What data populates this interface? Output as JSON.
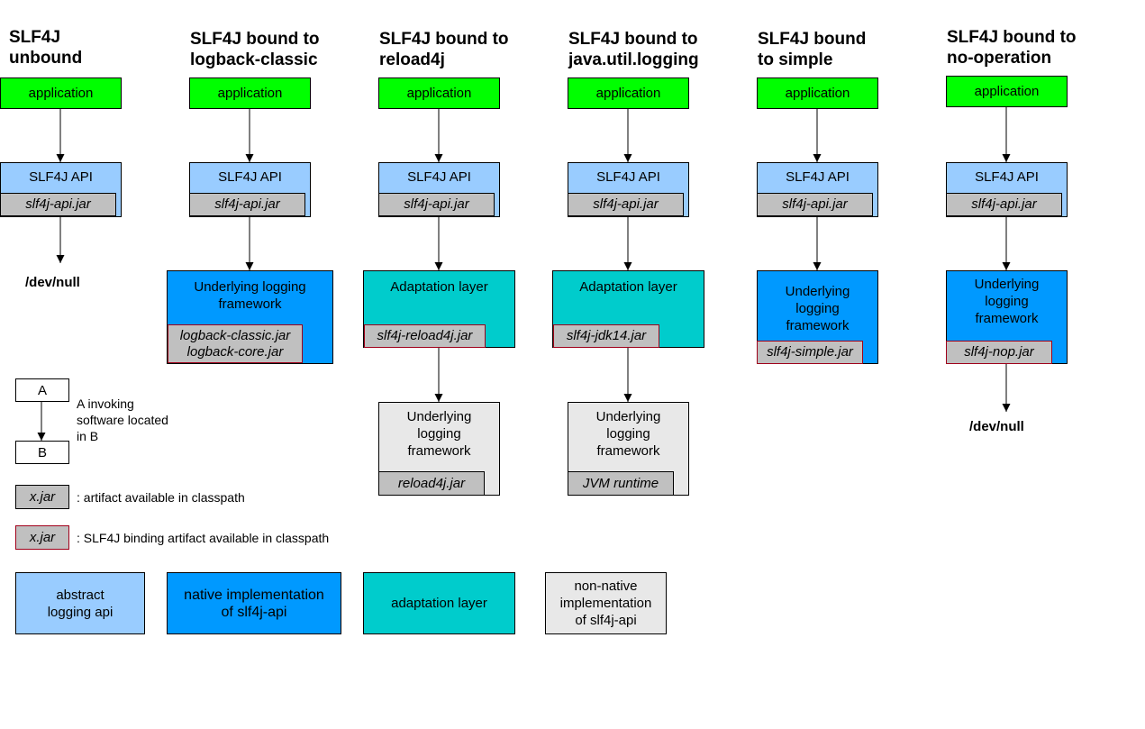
{
  "columns": [
    {
      "title": [
        "SLF4J",
        "unbound"
      ],
      "application": "application",
      "api": "SLF4J API",
      "api_jar": "slf4j-api.jar",
      "target": "/dev/null"
    },
    {
      "title": [
        "SLF4J bound to",
        "logback-classic"
      ],
      "application": "application",
      "api": "SLF4J API",
      "api_jar": "slf4j-api.jar",
      "framework": [
        "Underlying logging",
        "framework"
      ],
      "framework_jars": [
        "logback-classic.jar",
        "logback-core.jar"
      ]
    },
    {
      "title": [
        "SLF4J bound to",
        "reload4j"
      ],
      "application": "application",
      "api": "SLF4J API",
      "api_jar": "slf4j-api.jar",
      "adaptation": "Adaptation layer",
      "adaptation_jar": "slf4j-reload4j.jar",
      "framework": [
        "Underlying",
        "logging",
        "framework"
      ],
      "framework_jar": "reload4j.jar"
    },
    {
      "title": [
        "SLF4J bound to",
        "java.util.logging"
      ],
      "application": "application",
      "api": "SLF4J API",
      "api_jar": "slf4j-api.jar",
      "adaptation": "Adaptation layer",
      "adaptation_jar": "slf4j-jdk14.jar",
      "framework": [
        "Underlying",
        "logging",
        "framework"
      ],
      "framework_jar": "JVM runtime"
    },
    {
      "title": [
        "SLF4J bound",
        "to simple"
      ],
      "application": "application",
      "api": "SLF4J API",
      "api_jar": "slf4j-api.jar",
      "framework": [
        "Underlying",
        "logging",
        "framework"
      ],
      "framework_jar": "slf4j-simple.jar"
    },
    {
      "title": [
        "SLF4J bound to",
        "no-operation"
      ],
      "application": "application",
      "api": "SLF4J API",
      "api_jar": "slf4j-api.jar",
      "framework": [
        "Underlying",
        "logging",
        "framework"
      ],
      "framework_jar": "slf4j-nop.jar",
      "target": "/dev/null"
    }
  ],
  "legend": {
    "box_a": "A",
    "box_b": "B",
    "invoke_text": [
      "A invoking",
      "software located",
      "in B"
    ],
    "jar_sample": "x.jar",
    "jar_text": ": artifact available in classpath",
    "binding_sample": "x.jar",
    "binding_text": ": SLF4J binding artifact available in classpath",
    "color_keys": [
      {
        "text": [
          "abstract",
          "logging api"
        ],
        "color": "#99ccff"
      },
      {
        "text": [
          "native implementation",
          "of slf4j-api"
        ],
        "color": "#0099ff"
      },
      {
        "text": [
          "adaptation layer"
        ],
        "color": "#00cccc"
      },
      {
        "text": [
          "non-native",
          "implementation",
          "of slf4j-api"
        ],
        "color": "#e8e8e8"
      }
    ]
  },
  "colors": {
    "application": "#00ff00",
    "abstract_api": "#99ccff",
    "native_impl": "#0099ff",
    "adaptation": "#00cccc",
    "non_native": "#e8e8e8",
    "jar": "#c0c0c0",
    "binding_border": "#a0001a"
  }
}
